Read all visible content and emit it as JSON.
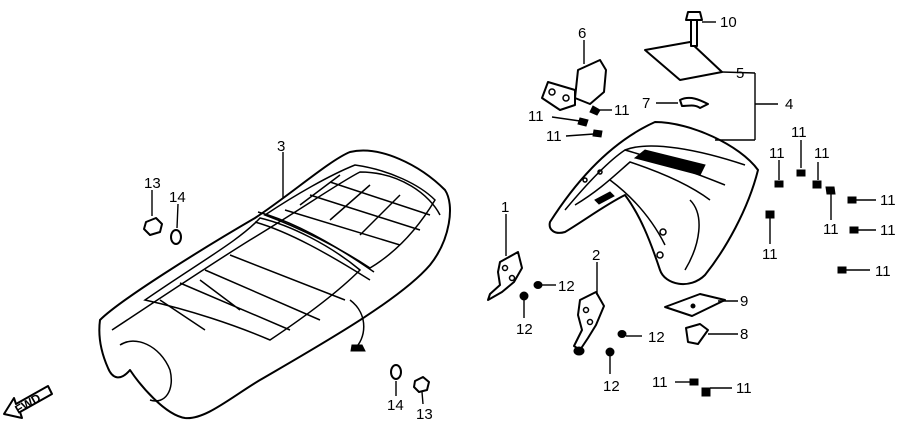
{
  "diagram": {
    "fwd_label": "FWD",
    "callouts": {
      "c1": "1",
      "c2": "2",
      "c3": "3",
      "c4": "4",
      "c5": "5",
      "c6": "6",
      "c7": "7",
      "c8": "8",
      "c9": "9",
      "c10": "10",
      "c11a": "11",
      "c11b": "11",
      "c11c": "11",
      "c11d": "11",
      "c11e": "11",
      "c11f": "11",
      "c11g": "11",
      "c11h": "11",
      "c11i": "11",
      "c11j": "11",
      "c11k": "11",
      "c11l": "11",
      "c12a": "12",
      "c12b": "12",
      "c12c": "12",
      "c12d": "12",
      "c13a": "13",
      "c13b": "13",
      "c14a": "14",
      "c14b": "14"
    }
  }
}
